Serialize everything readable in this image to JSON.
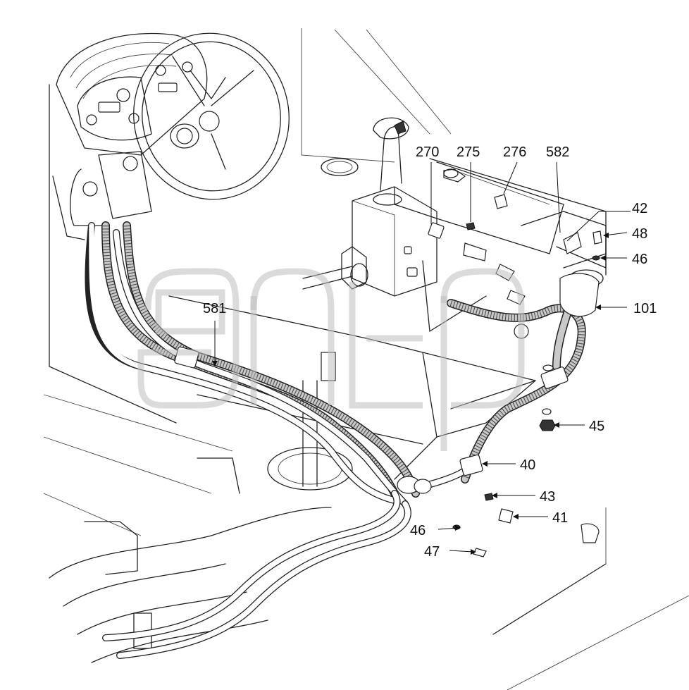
{
  "callouts": {
    "c270": "270",
    "c275": "275",
    "c276": "276",
    "c582": "582",
    "c42": "42",
    "c48": "48",
    "c46_right": "46",
    "c101": "101",
    "c581": "581",
    "c45": "45",
    "c40": "40",
    "c43": "43",
    "c41": "41",
    "c46_bottom": "46",
    "c47": "47"
  },
  "watermark": {
    "color": "#bdbdbd"
  },
  "icons": {
    "steering": "steering-wheel-icon",
    "joystick": "joystick-icon"
  }
}
